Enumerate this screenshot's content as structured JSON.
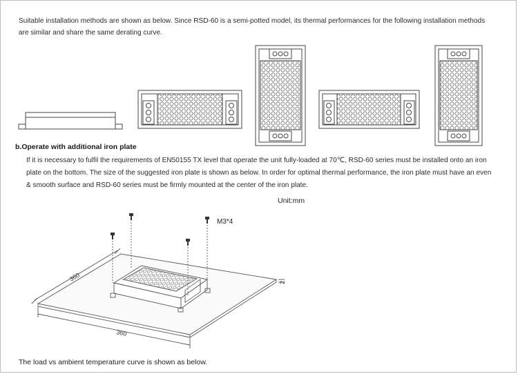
{
  "intro_text": "Suitable installation methods are shown as below. Since RSD-60 is a semi-potted model, its thermal performances for the following installation methods are similar and share the same derating curve.",
  "section_b": {
    "heading": "b.Operate with additional iron plate",
    "body": "If it is necessary to fulfil the requirements of EN50155 TX level that operate the unit fully-loaded at 70℃, RSD-60 series must be installed onto an iron plate on the bottom. The size of the suggested iron plate is shown as below. In order for optimal thermal performance, the iron plate must have an even & smooth surface and RSD-60 series must be firmly mounted at the center of the iron plate."
  },
  "unit_label": "Unit:mm",
  "screw_label": "M3*4",
  "dimensions": {
    "depth": "360",
    "width": "360",
    "thickness": "2"
  },
  "footer_text": "The load vs ambient temperature curve is shown as below.",
  "icons": [
    "unit-side-view-icon",
    "unit-horizontal-view-icon",
    "unit-vertical-view-icon",
    "screw-icon"
  ]
}
